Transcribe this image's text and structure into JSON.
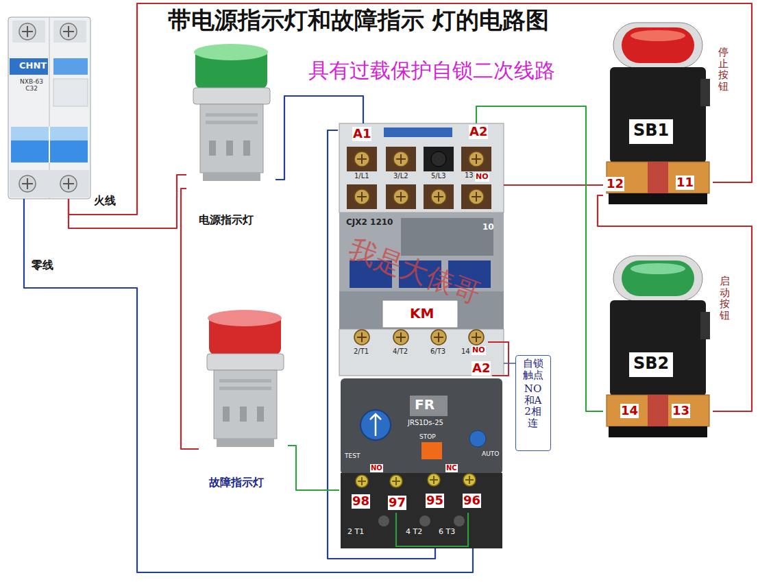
{
  "diagram": {
    "title": "带电源指示灯和故障指示 灯的电路图",
    "nodes": [
      {
        "text": [
          "CHNT",
          "NXB-63 C32"
        ]
      },
      {
        "text": [
          "电源指示灯"
        ]
      },
      {
        "text": [
          "故障指示灯"
        ]
      },
      {
        "text": [
          "KM",
          "CJX2 1210"
        ]
      },
      {
        "text": [
          "FR",
          "JRS1Ds-25"
        ]
      },
      {
        "text": [
          "自锁触点",
          "NO和A2相连"
        ]
      },
      {
        "text": [
          "SB1",
          "停止按钮"
        ]
      },
      {
        "text": [
          "SB2",
          "启动按钮"
        ]
      }
    ],
    "edges": [
      {
        "from": 0,
        "to": 6,
        "arrow": "none"
      },
      {
        "from": 0,
        "to": 1,
        "arrow": "none"
      },
      {
        "from": 1,
        "to": 2,
        "arrow": "none"
      },
      {
        "from": 1,
        "to": 3,
        "arrow": "none"
      },
      {
        "from": 3,
        "to": 4,
        "arrow": "none"
      },
      {
        "from": 2,
        "to": 4,
        "arrow": "none"
      },
      {
        "from": 4,
        "to": 0,
        "arrow": "none"
      },
      {
        "from": 6,
        "to": 3,
        "arrow": "none"
      },
      {
        "from": 6,
        "to": 7,
        "arrow": "none"
      },
      {
        "from": 7,
        "to": 3,
        "arrow": "none"
      },
      {
        "from": 5,
        "to": 3,
        "arrow": "none"
      }
    ],
    "labels": [
      "具有过载保护自锁二次线路",
      "火线",
      "零线",
      "我是大俵哥",
      "A1",
      "1/L1",
      "3/L2",
      "5/L3",
      "13",
      "A2",
      "NO",
      "10",
      "2/T1",
      "4/T2",
      "6/T3",
      "14",
      "NO",
      "A2",
      "TEST",
      "STOP",
      "AUTO",
      "NO",
      "NC",
      "98",
      "97",
      "95",
      "96",
      "2 T1",
      "4 T2",
      "6 T3",
      "12",
      "11",
      "14",
      "13"
    ]
  }
}
